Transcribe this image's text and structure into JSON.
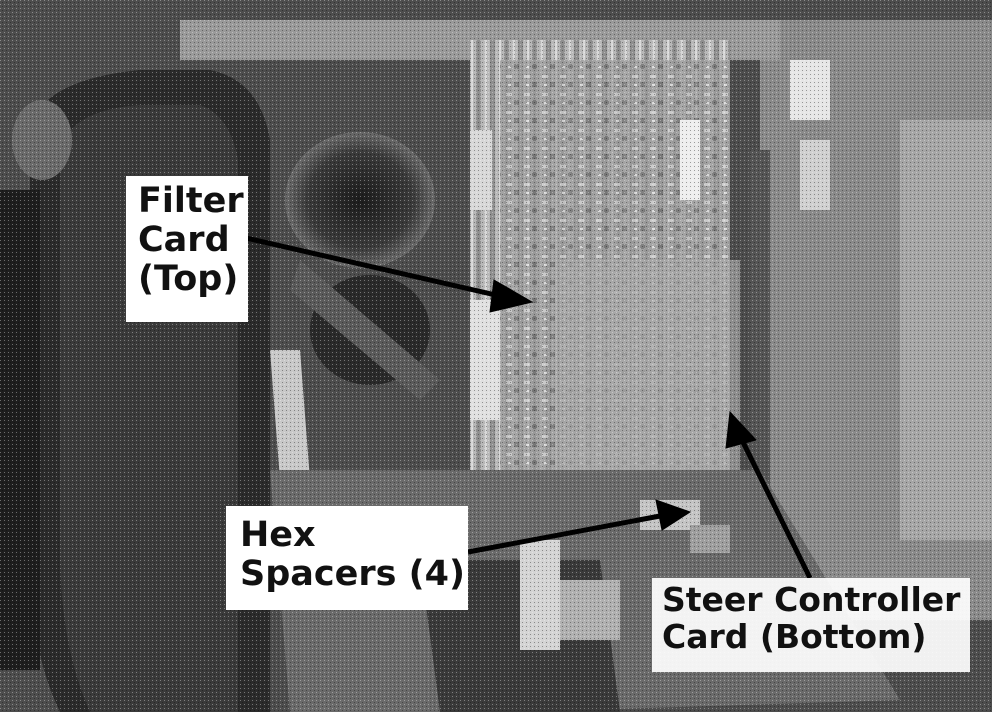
{
  "labels": {
    "filter_card": {
      "line1": "Filter",
      "line2": "Card",
      "line3": "(Top)"
    },
    "hex_spacers": {
      "line1": "Hex",
      "line2": "Spacers (4)"
    },
    "steer_controller": {
      "line1": "Steer Controller",
      "line2": "Card (Bottom)"
    }
  },
  "colors": {
    "label_background": "#ffffff",
    "label_text": "#111111",
    "arrow": "#000000"
  }
}
